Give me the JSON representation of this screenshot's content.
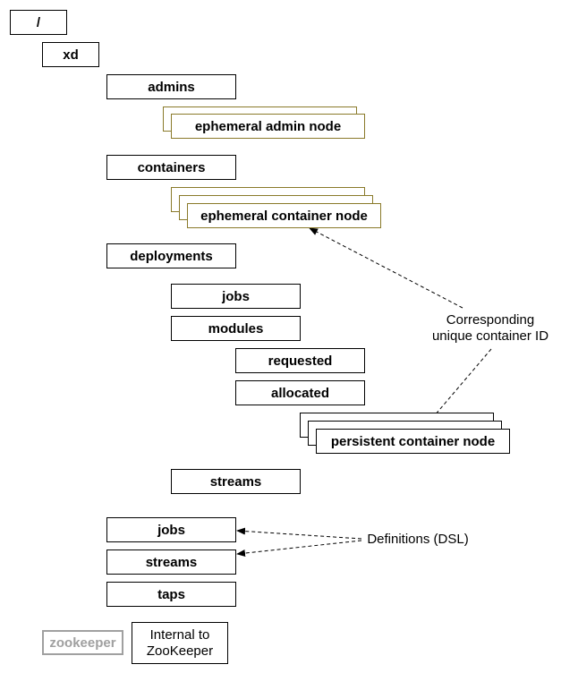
{
  "nodes": {
    "root": "/",
    "xd": "xd",
    "admins": "admins",
    "ephemeral_admin_node": "ephemeral admin node",
    "containers": "containers",
    "ephemeral_container_node": "ephemeral container node",
    "deployments": "deployments",
    "deployments_jobs": "jobs",
    "deployments_modules": "modules",
    "requested": "requested",
    "allocated": "allocated",
    "persistent_container_node": "persistent container node",
    "deployments_streams": "streams",
    "jobs": "jobs",
    "streams": "streams",
    "taps": "taps"
  },
  "annotations": {
    "container_id_line1": "Corresponding",
    "container_id_line2": "unique container ID",
    "definitions": "Definitions (DSL)"
  },
  "legend": {
    "zookeeper": "zookeeper",
    "internal_line1": "Internal to",
    "internal_line2": "ZooKeeper"
  },
  "colors": {
    "ephemeral_border": "#8a7a2a",
    "zookeeper_gray": "#a0a0a0"
  }
}
